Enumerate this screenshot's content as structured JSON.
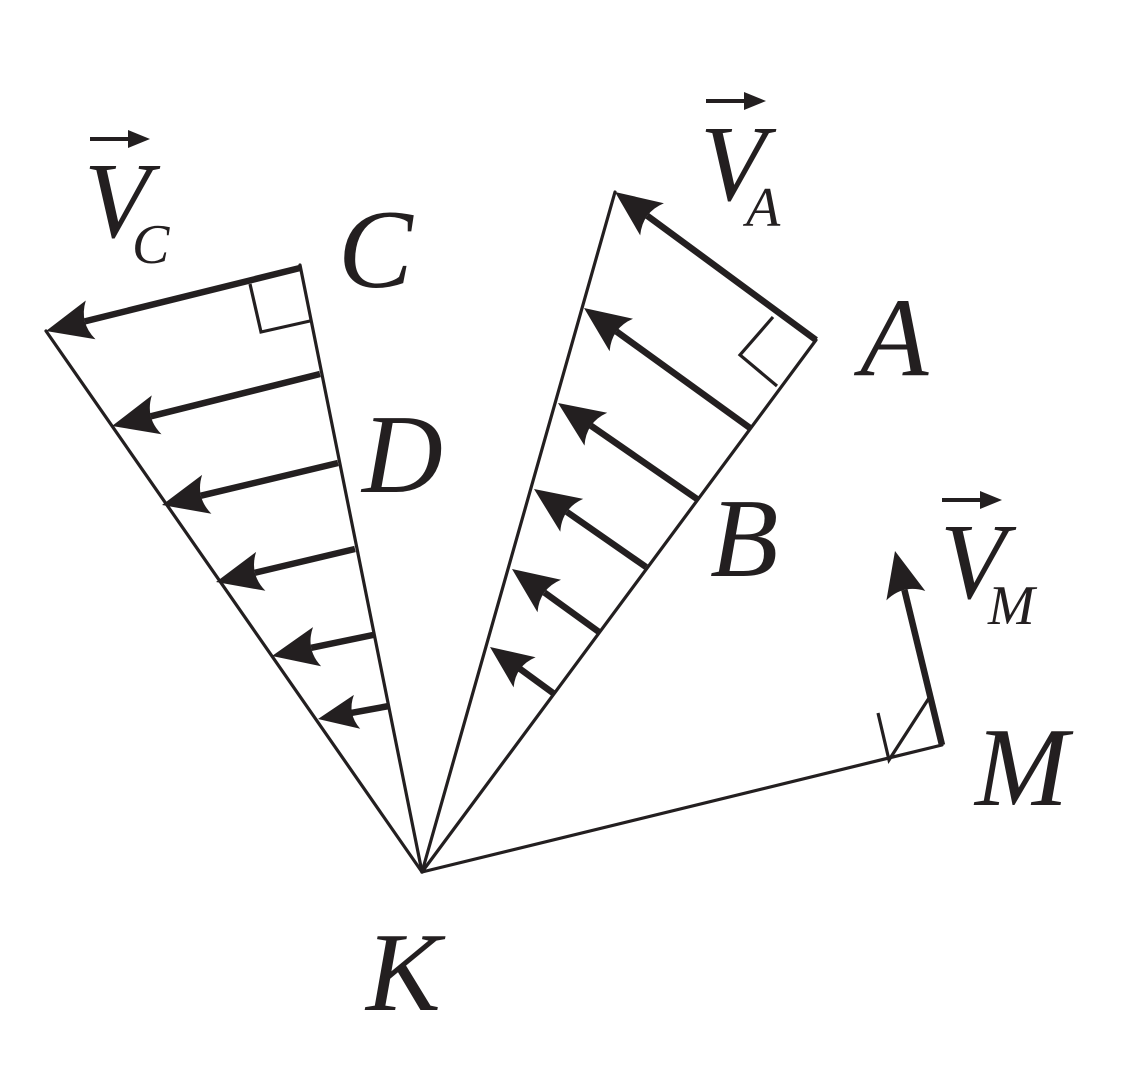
{
  "points": {
    "K": "K",
    "C": "C",
    "D": "D",
    "A": "A",
    "B": "B",
    "M": "M"
  },
  "vectors": {
    "vc": {
      "letter": "V",
      "subscript": "C"
    },
    "va": {
      "letter": "V",
      "subscript": "A"
    },
    "vm": {
      "letter": "V",
      "subscript": "M"
    }
  },
  "colors": {
    "ink": "#231f20",
    "background": "#ffffff"
  }
}
